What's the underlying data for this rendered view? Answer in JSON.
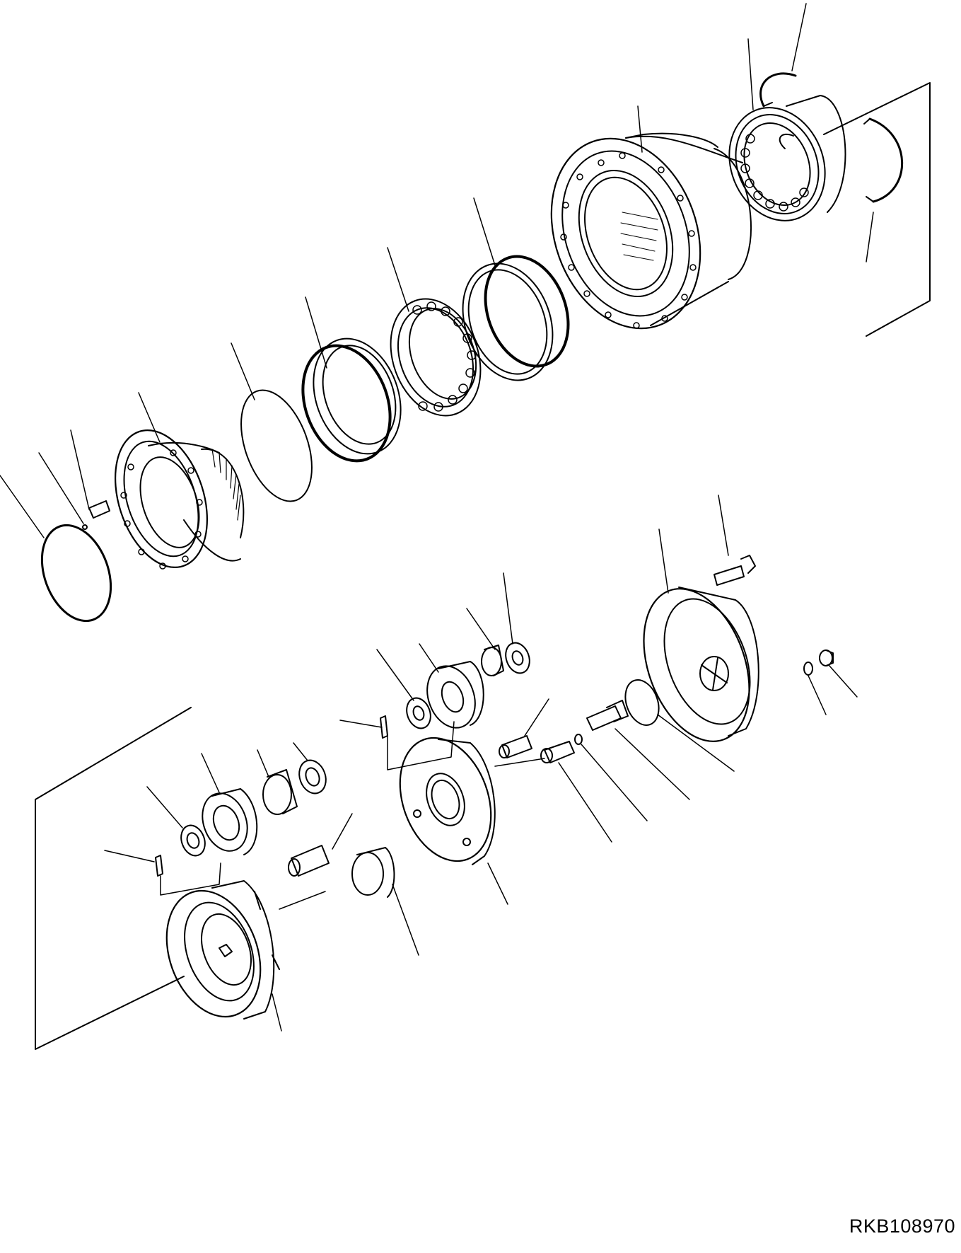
{
  "drawing": {
    "code": "RKB108970",
    "line_color": "#000000",
    "background": "#ffffff"
  },
  "parts": [
    {
      "id": "snap-ring-top"
    },
    {
      "id": "outer-bearing-right"
    },
    {
      "id": "retaining-ring-right"
    },
    {
      "id": "drive-case-housing"
    },
    {
      "id": "floating-seal-outer"
    },
    {
      "id": "main-ball-bearing"
    },
    {
      "id": "floating-seal-inner"
    },
    {
      "id": "o-ring-seal"
    },
    {
      "id": "hub-gear"
    },
    {
      "id": "dowel-pin-hub"
    },
    {
      "id": "plug-small"
    },
    {
      "id": "o-ring-left"
    },
    {
      "id": "mounting-bolt"
    },
    {
      "id": "cover-plate"
    },
    {
      "id": "drain-plug"
    },
    {
      "id": "plug-o-ring"
    },
    {
      "id": "thrust-cap"
    },
    {
      "id": "sun-shaft"
    },
    {
      "id": "small-snap-ring"
    },
    {
      "id": "needle-bearing-sleeve"
    },
    {
      "id": "thrust-washer-2nd"
    },
    {
      "id": "needle-bearing-2nd"
    },
    {
      "id": "planet-gear-2nd"
    },
    {
      "id": "thrust-washer-2nd-b"
    },
    {
      "id": "spring-pin-2nd"
    },
    {
      "id": "planet-shaft-2nd"
    },
    {
      "id": "carrier-2nd"
    },
    {
      "id": "thrust-washer-1st"
    },
    {
      "id": "needle-bearing-1st"
    },
    {
      "id": "planet-gear-1st"
    },
    {
      "id": "thrust-washer-1st-b"
    },
    {
      "id": "spring-pin-1st"
    },
    {
      "id": "planet-shaft-1st"
    },
    {
      "id": "sun-gear-1st"
    },
    {
      "id": "carrier-1st"
    }
  ]
}
